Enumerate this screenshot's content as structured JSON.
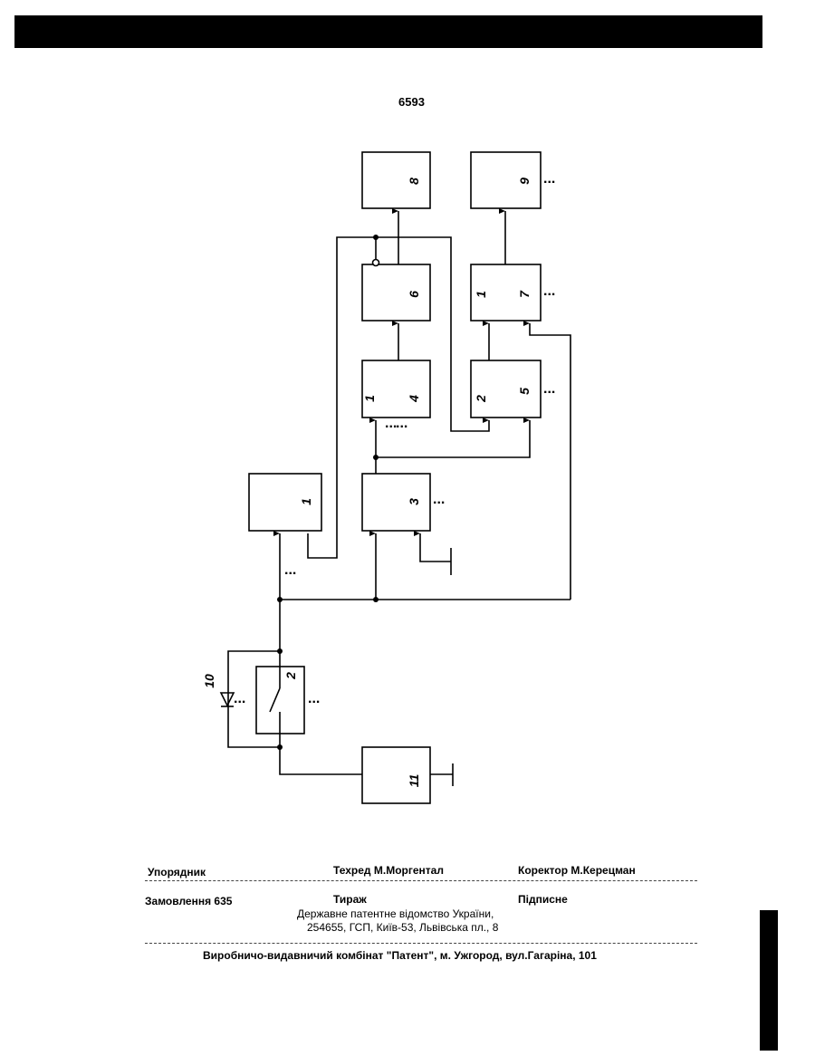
{
  "header": {
    "doc_number": "6593"
  },
  "diagram": {
    "blocks": [
      {
        "id": "1",
        "labels": [
          "1"
        ]
      },
      {
        "id": "2",
        "labels": [
          "2"
        ]
      },
      {
        "id": "3",
        "labels": [
          "3"
        ]
      },
      {
        "id": "4",
        "labels": [
          "1",
          "4"
        ]
      },
      {
        "id": "5",
        "labels": [
          "2",
          "5"
        ]
      },
      {
        "id": "6",
        "labels": [
          "6"
        ]
      },
      {
        "id": "7",
        "labels": [
          "1",
          "7"
        ]
      },
      {
        "id": "8",
        "labels": [
          "8"
        ]
      },
      {
        "id": "9",
        "labels": [
          "9"
        ]
      },
      {
        "id": "10",
        "labels": [
          "10"
        ]
      },
      {
        "id": "11",
        "labels": [
          "11"
        ]
      }
    ],
    "ellipsis": "..."
  },
  "footer": {
    "compiler_label": "Упорядник",
    "tech_editor": "Техред М.Моргентал",
    "corrector": "Коректор  М.Керецман",
    "order": "Замовлення  635",
    "circulation": "Тираж",
    "subscription": "Підписне",
    "agency": "Державне  патентне  відомство  України,",
    "address": "254655, ГСП, Київ-53, Львівська пл., 8",
    "publisher": "Виробничо-видавничий комбінат  \"Патент\", м. Ужгород, вул.Гагаріна, 101"
  }
}
